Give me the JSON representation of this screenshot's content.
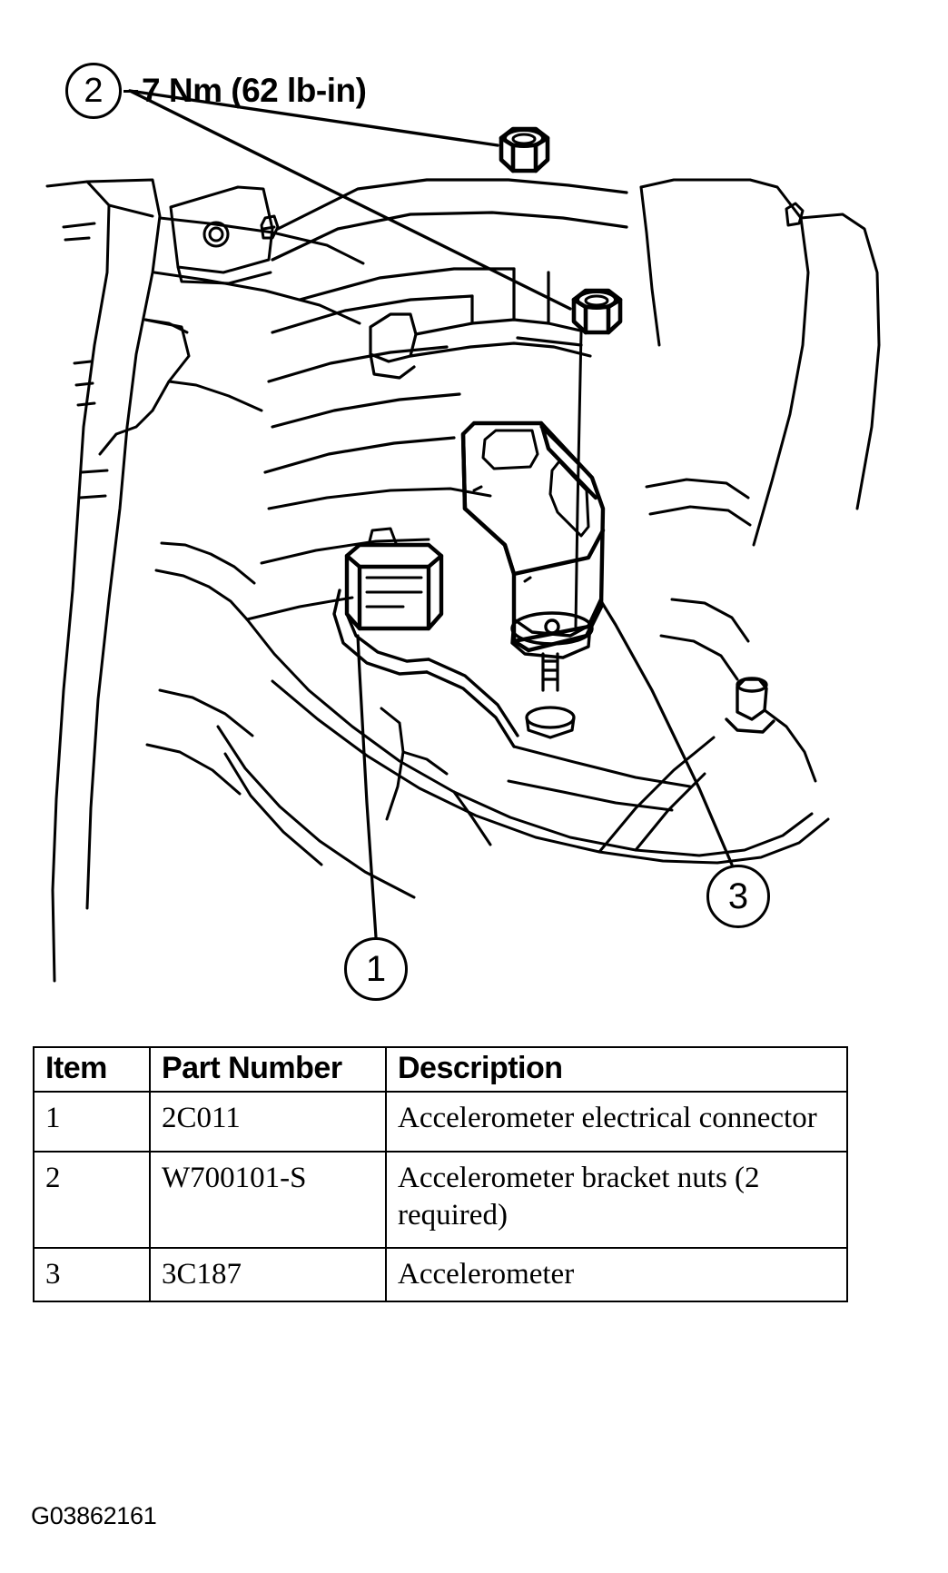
{
  "figure": {
    "id_label": "G03862161",
    "torque_callout": {
      "balloon_number": "2",
      "separator": "-",
      "value": "7 Nm (62 lb-in)"
    },
    "balloons": [
      {
        "number": "1",
        "name": "callout-balloon-1"
      },
      {
        "number": "3",
        "name": "callout-balloon-3"
      }
    ],
    "line_color": "#000000",
    "background_color": "#ffffff"
  },
  "table": {
    "headers": {
      "item": "Item",
      "part_number": "Part Number",
      "description": "Description"
    },
    "rows": [
      {
        "item": "1",
        "part_number": "2C011",
        "description": "Accelerometer electrical connector"
      },
      {
        "item": "2",
        "part_number": "W700101-S",
        "description": "Accelerometer bracket nuts (2 required)"
      },
      {
        "item": "3",
        "part_number": "3C187",
        "description": "Accelerometer"
      }
    ]
  }
}
